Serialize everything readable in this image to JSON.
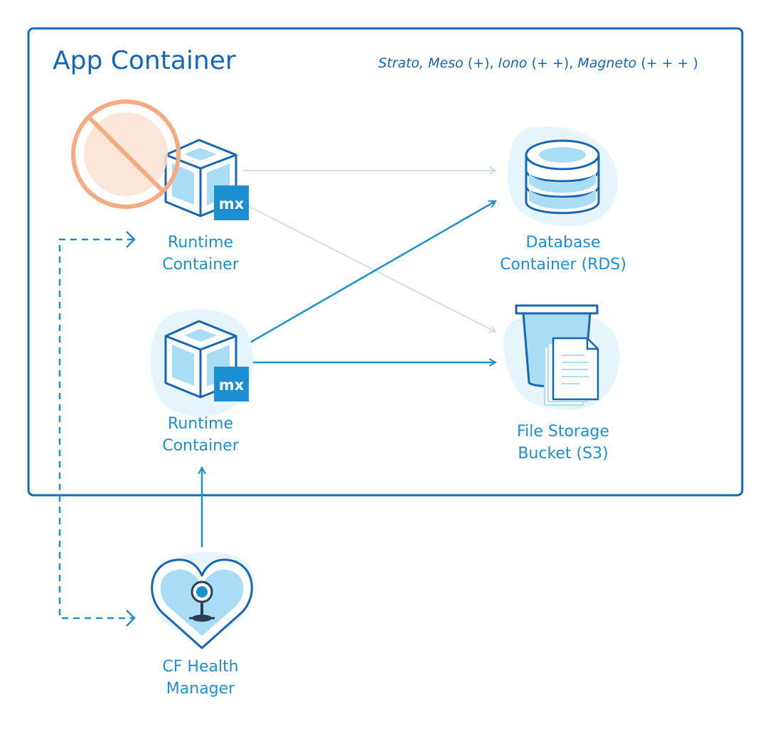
{
  "title": "App Container",
  "legend": {
    "strato": "Strato,",
    "meso": "Meso",
    "meso_mark": "(+),",
    "iono": "Iono",
    "iono_mark": "(+ +),",
    "magneto": "Magneto",
    "magneto_mark": "(+ + + )"
  },
  "nodes": {
    "runtime1": {
      "line1": "Runtime",
      "line2": "Container",
      "badge": "mx"
    },
    "runtime2": {
      "line1": "Runtime",
      "line2": "Container",
      "badge": "mx"
    },
    "database": {
      "line1": "Database",
      "line2": "Container (RDS)"
    },
    "storage": {
      "line1": "File Storage",
      "line2": "Bucket (S3)"
    },
    "health": {
      "line1": "CF Health",
      "line2": "Manager"
    }
  },
  "colors": {
    "primary": "#1b8fd1",
    "dark": "#1566b4",
    "fill": "#a9ddf6",
    "blob": "#e6f4fc",
    "faded": "#d3dde7",
    "cancel": "#f6ab82",
    "cancel_fill": "#fbe2d4"
  }
}
